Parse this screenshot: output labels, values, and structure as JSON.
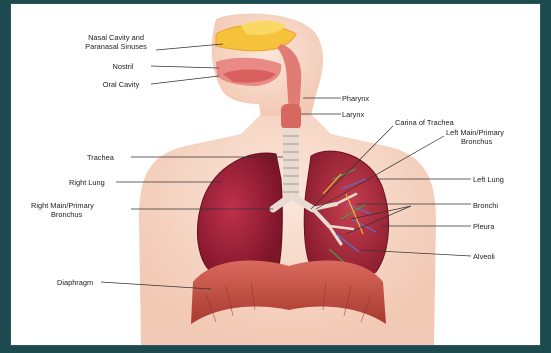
{
  "diagram": {
    "labels": {
      "nasal_cavity": [
        "Nasal Cavity and",
        "Paranasal Sinuses"
      ],
      "nostril": "Nostril",
      "oral_cavity": "Oral Cavity",
      "pharynx": "Pharynx",
      "larynx": "Larynx",
      "carina": "Carina of Trachea",
      "left_main_bronchus": [
        "Left Main/Primary",
        "Bronchus"
      ],
      "trachea": "Trachea",
      "right_lung": "Right Lung",
      "left_lung": "Left Lung",
      "bronchi": "Bronchi",
      "right_main_bronchus": [
        "Right Main/Primary",
        "Bronchus"
      ],
      "pleura": "Pleura",
      "alveoli": "Alveoli",
      "diaphragm": "Diaphragm"
    },
    "colors": {
      "frame_border": "#1d4a4f",
      "skin": "#f7d9c9",
      "lung": "#a2203a",
      "muscle": "#c9584c",
      "trachea": "#e8dcd2",
      "sinus": "#f6c23c"
    }
  }
}
